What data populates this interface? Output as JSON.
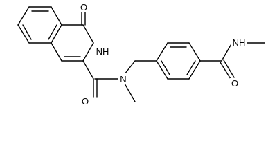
{
  "molecule": {
    "atom_labels": {
      "carbonyl_oxygen_top": "O",
      "ring_nh": "NH",
      "amide_oxygen_left": "O",
      "amide_nitrogen": "N",
      "amide_nitrogen_right": "NH",
      "amide_oxygen_right": "O"
    }
  }
}
